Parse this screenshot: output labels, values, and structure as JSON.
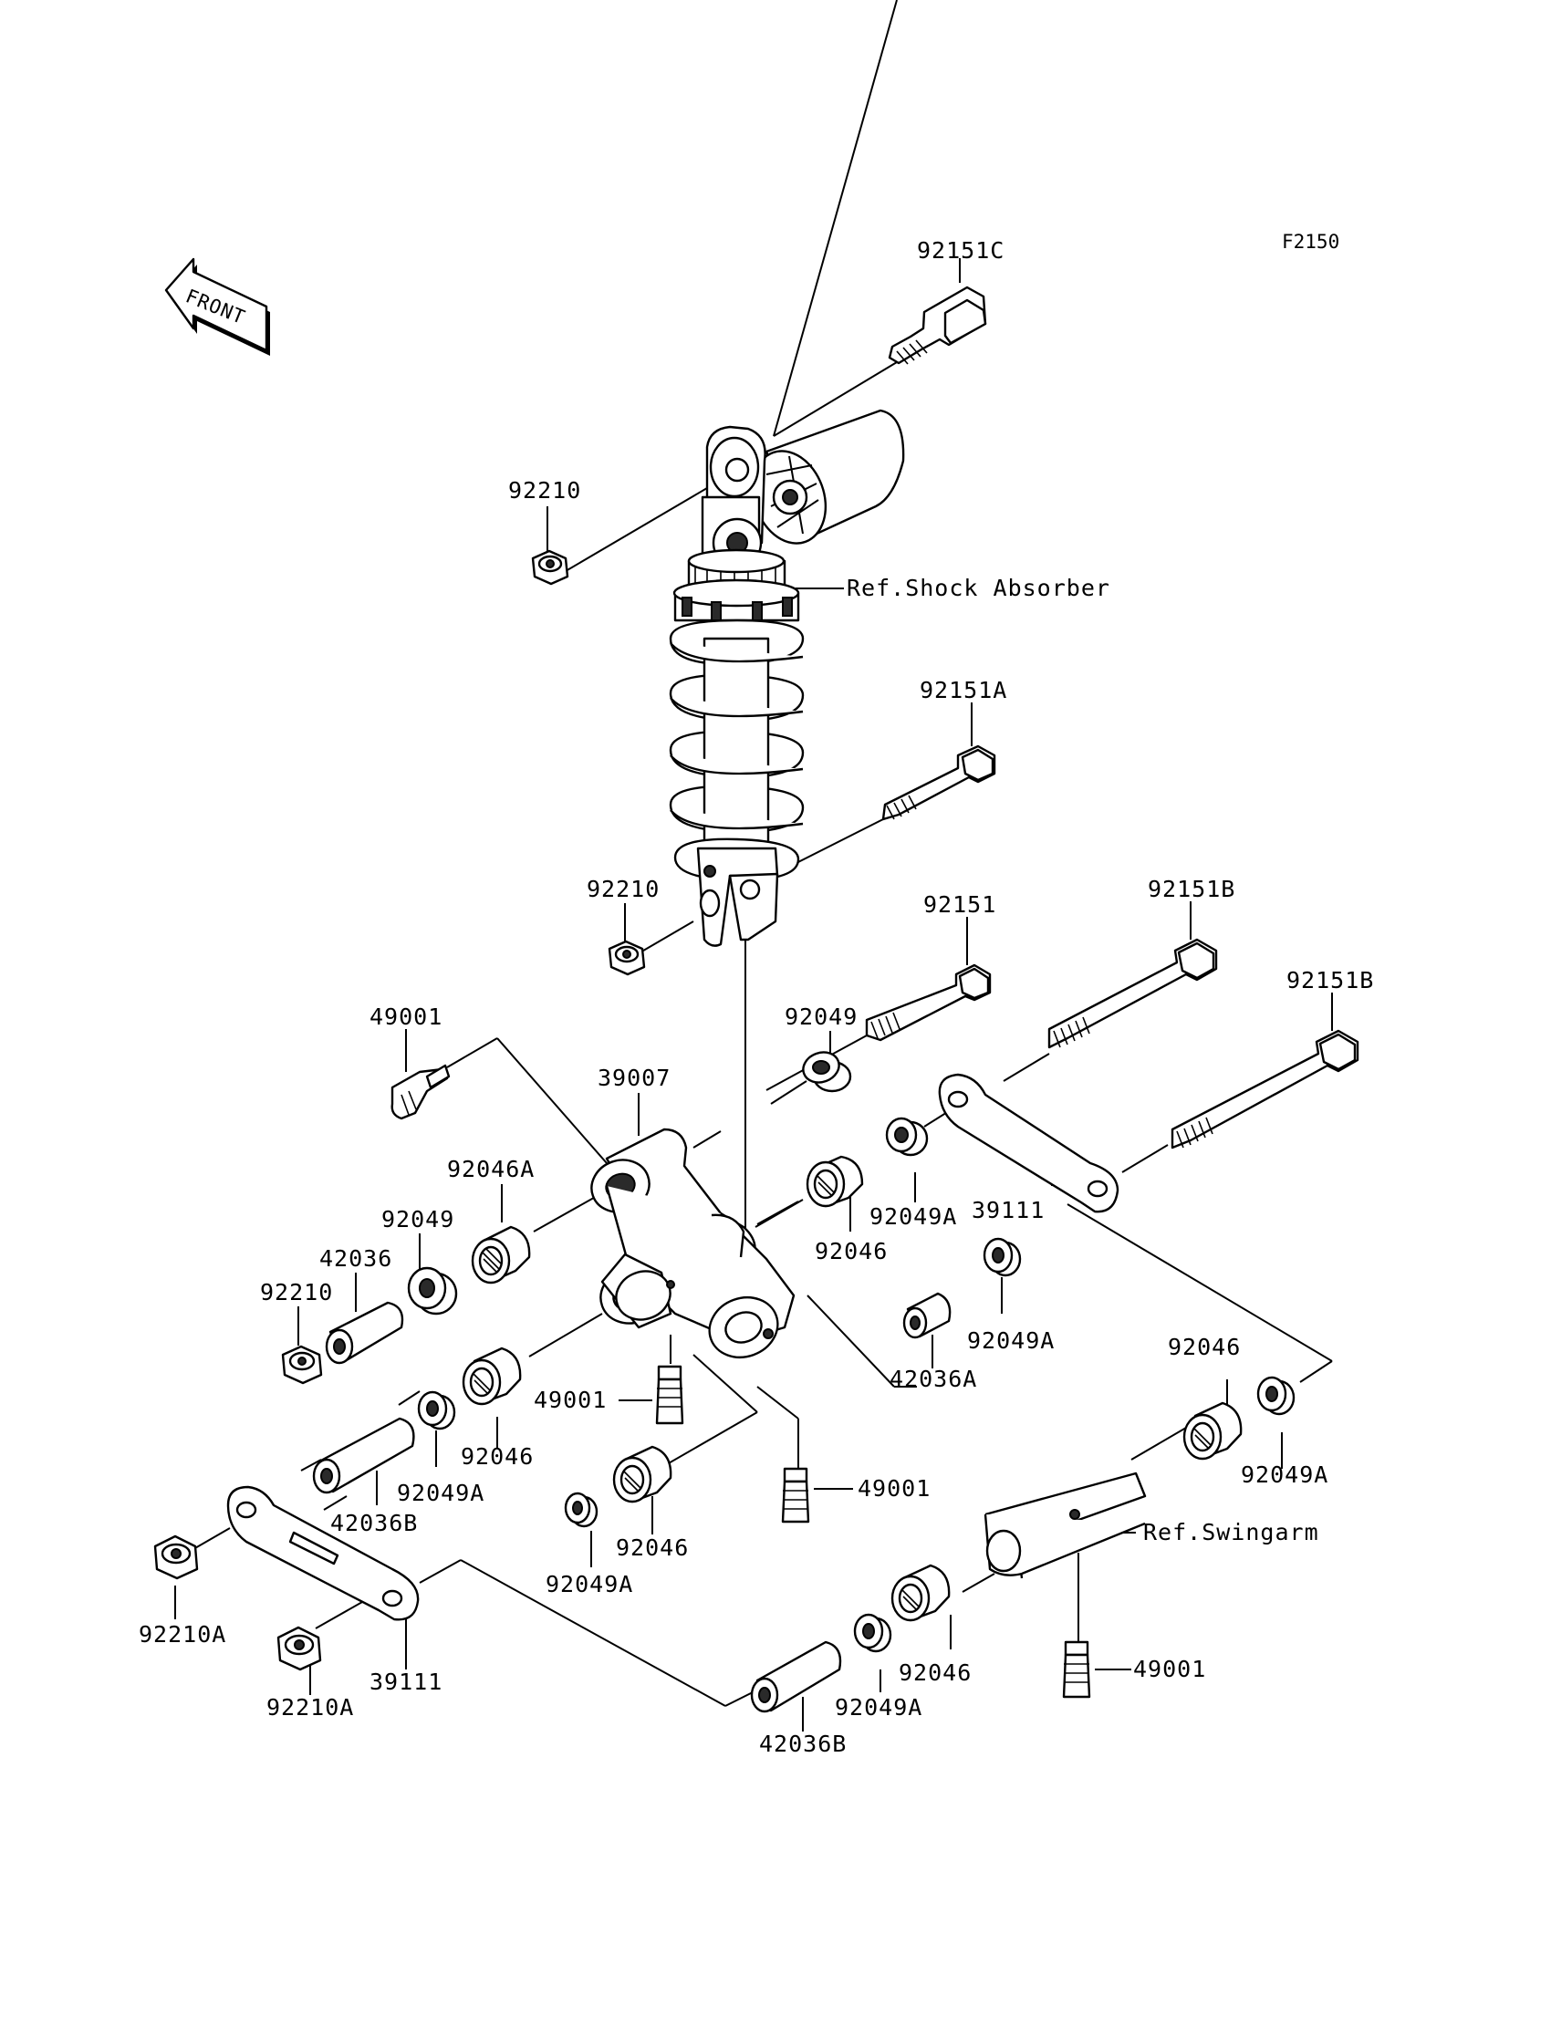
{
  "figure_code": "F2150",
  "front_label": "FRONT",
  "references": {
    "shock_absorber": "Ref.Shock Absorber",
    "swingarm": "Ref.Swingarm"
  },
  "parts": {
    "p92151C": "92151C",
    "p92210_top": "92210",
    "p92151A": "92151A",
    "p92210_mid": "92210",
    "p92151": "92151",
    "p92151B_a": "92151B",
    "p92151B_b": "92151B",
    "p92049_top": "92049",
    "p49001_left": "49001",
    "p39007": "39007",
    "p92046A": "92046A",
    "p92049_left": "92049",
    "p42036": "42036",
    "p92210_left": "92210",
    "p92049A_r1": "92049A",
    "p39111_right": "39111",
    "p92046_c": "92046",
    "p92049A_r2": "92049A",
    "p42036A": "42036A",
    "p49001_mid": "49001",
    "p92046_l": "92046",
    "p92049A_l": "92049A",
    "p42036B_l": "42036B",
    "p49001_low": "49001",
    "p92046_low": "92046",
    "p92049A_low": "92049A",
    "p92046_r": "92046",
    "p92049A_r3": "92049A",
    "p92210A_a": "92210A",
    "p92210A_b": "92210A",
    "p39111_left": "39111",
    "p42036B_b": "42036B",
    "p92049A_b": "92049A",
    "p92046_b": "92046",
    "p49001_right": "49001"
  }
}
